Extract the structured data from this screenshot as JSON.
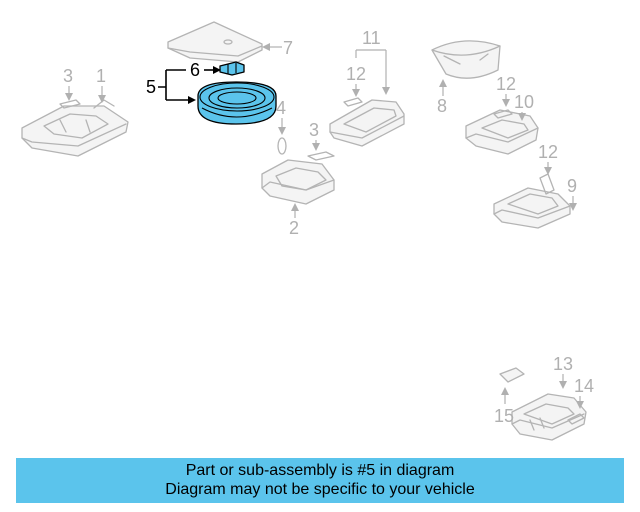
{
  "colors": {
    "banner_background": "#5bc4ec",
    "highlight_part": "#5bc4ec",
    "inactive_line": "#b0b0b0",
    "active_line": "#000000"
  },
  "callouts": {
    "c1": "1",
    "c2": "2",
    "c3a": "3",
    "c3b": "3",
    "c4": "4",
    "c5": "5",
    "c6": "6",
    "c7": "7",
    "c8": "8",
    "c9": "9",
    "c10": "10",
    "c11": "11",
    "c12a": "12",
    "c12b": "12",
    "c12c": "12",
    "c13": "13",
    "c14": "14",
    "c15": "15"
  },
  "highlighted_part": "5",
  "banner": {
    "line1": "Part or sub-assembly is #5 in diagram",
    "line2": "Diagram may not be specific to your vehicle"
  }
}
